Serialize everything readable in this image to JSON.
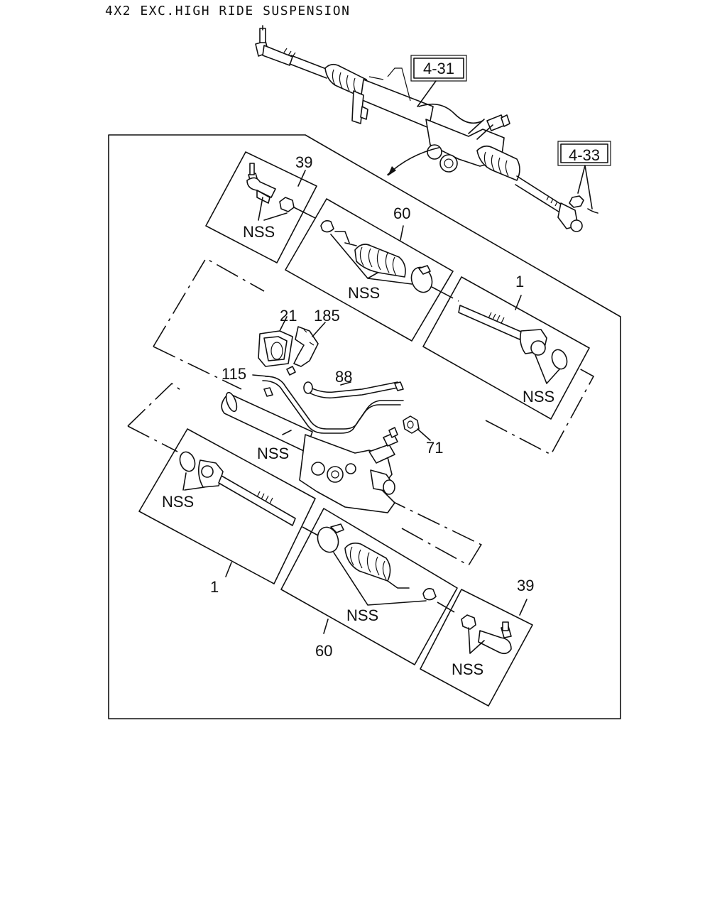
{
  "header": {
    "title": "4X2 EXC.HIGH RIDE SUSPENSION"
  },
  "refs": {
    "assembly": "4-31",
    "nut_pin": "4-33"
  },
  "callouts": {
    "tie_rod_end_upper": "39",
    "boot_kit_upper": "60",
    "tie_rod_upper": "1",
    "bracket": "21",
    "bracket_plate": "185",
    "pipe_left": "115",
    "pipe_right": "88",
    "seal": "71",
    "tie_rod_lower": "1",
    "boot_kit_lower": "60",
    "tie_rod_end_lower": "39"
  },
  "nss": {
    "upper_left": "NSS",
    "boot_upper": "NSS",
    "upper_right": "NSS",
    "housing": "NSS",
    "lower_left": "NSS",
    "boot_lower": "NSS",
    "lower_right": "NSS"
  }
}
